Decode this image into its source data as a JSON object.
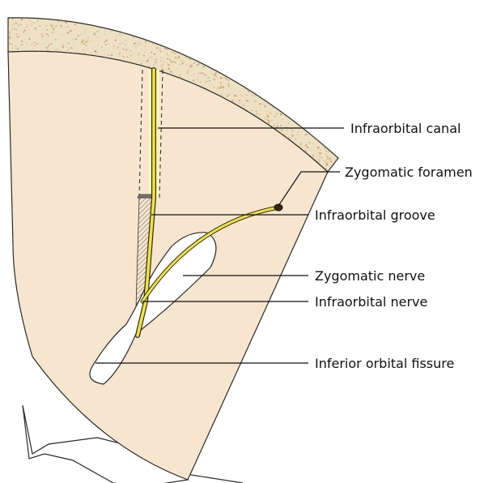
{
  "colors": {
    "orbit_floor": "#f7e6cf",
    "bone_cortex": "#ede1c3",
    "bone_speckle": "#c99a6c",
    "nerve": "#f2e33a",
    "canal_fill": "#fbf3b4",
    "outline": "#2a2a2a",
    "leader": "#111111"
  },
  "labels": {
    "infraorbital_canal": "Infraorbital canal",
    "zygomatic_foramen": "Zygomatic foramen",
    "infraorbital_groove": "Infraorbital groove",
    "zygomatic_nerve": "Zygomatic nerve",
    "infraorbital_nerve": "Infraorbital nerve",
    "inferior_orbital_fissure": "Inferior orbital fissure"
  }
}
